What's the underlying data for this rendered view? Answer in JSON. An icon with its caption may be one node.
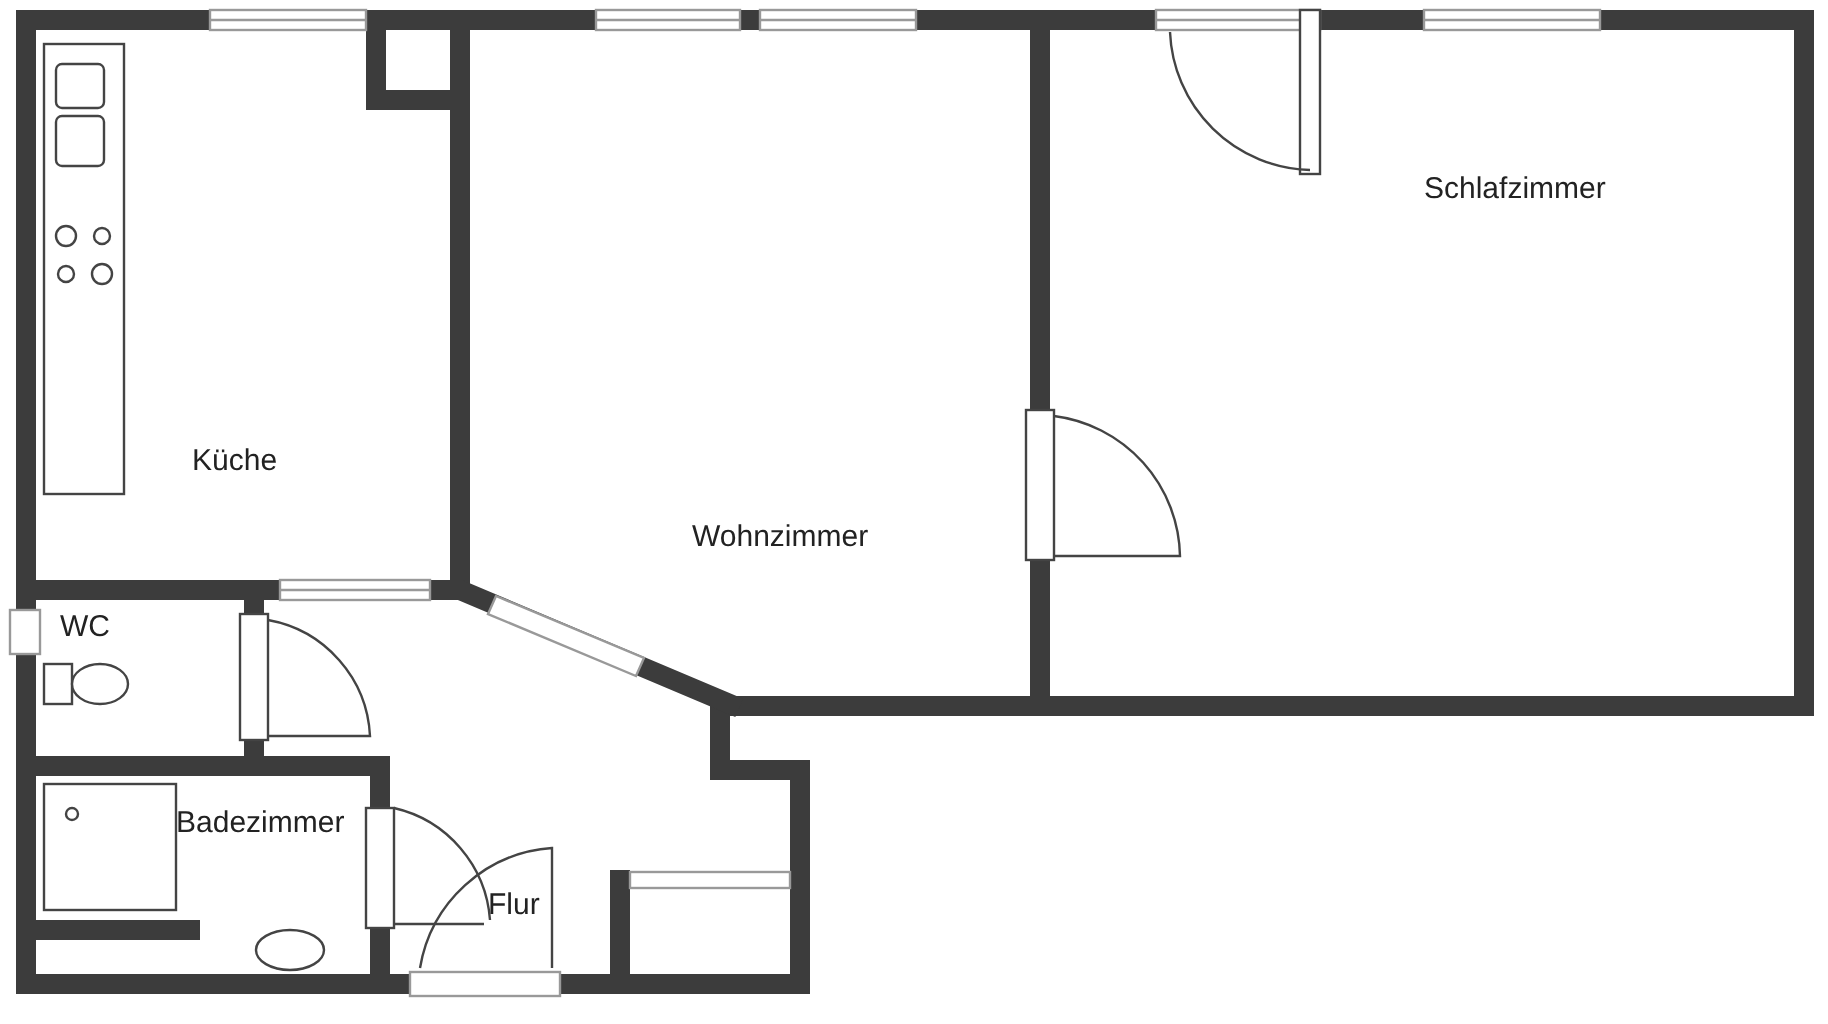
{
  "diagram": {
    "labels": [
      "Küche",
      "Wohnzimmer",
      "Schlafzimmer",
      "WC",
      "Badezimmer",
      "Flur"
    ]
  }
}
